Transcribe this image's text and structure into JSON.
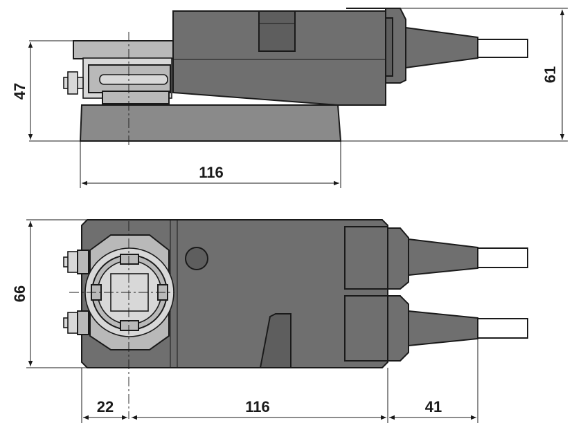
{
  "dimensions": {
    "side_height_total": "61",
    "side_height_base": "47",
    "side_length": "116",
    "top_width": "66",
    "top_offset_left": "22",
    "top_length": "116",
    "top_cable_length": "41"
  }
}
